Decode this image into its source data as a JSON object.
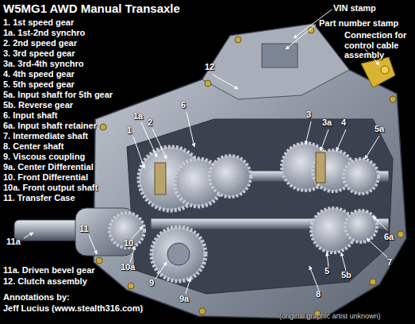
{
  "diagram": {
    "title": "W5MG1 AWD Manual Transaxle",
    "labels": [
      "1. 1st speed gear",
      "1a. 1st-2nd synchro",
      "2. 2nd speed gear",
      "3. 3rd speed gear",
      "3a. 3rd-4th synchro",
      "4. 4th speed gear",
      "5. 5th speed gear",
      "5a. Input shaft for 5th gear",
      "5b. Reverse gear",
      "6. Input shaft",
      "6a. Input shaft retainer",
      "7. Intermediate shaft",
      "8. Center shaft",
      "9. Viscous coupling",
      "9a. Center Differential",
      "10. Front Differential",
      "10a. Front output shaft",
      "11. Transfer Case",
      "11a. Driven bevel gear",
      "12. Clutch assembly",
      "Annotations by:",
      "Jeff Lucius (www.stealth316.com)",
      "VIN stamp",
      "Part number stamp",
      "Connection for control cable assembly",
      "12",
      "6",
      "1a",
      "2",
      "1",
      "3",
      "3a",
      "4",
      "5a",
      "6a",
      "7",
      "5b",
      "5",
      "8",
      "9a",
      "9",
      "10a",
      "10",
      "11",
      "11a",
      "(original graphic artist unknown)"
    ]
  }
}
